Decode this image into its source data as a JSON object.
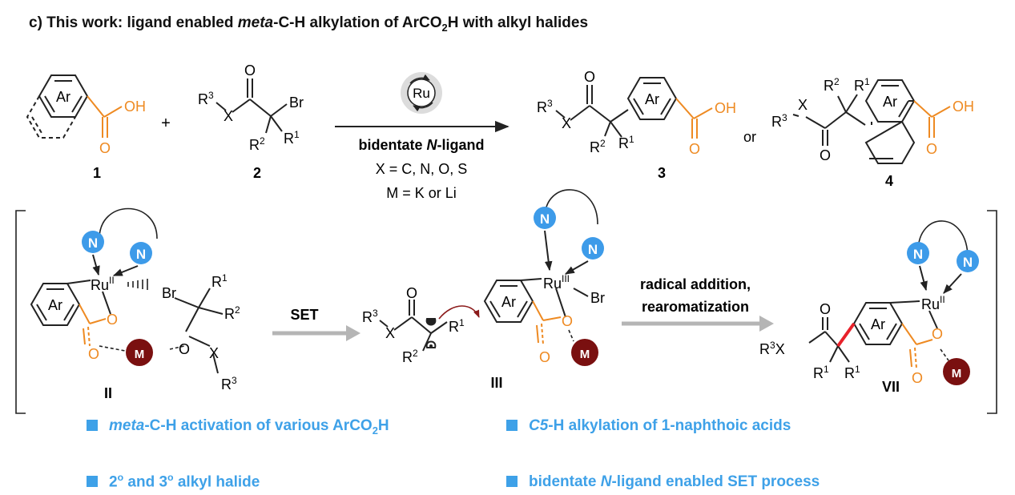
{
  "heading": {
    "prefix": "c) This work: ligand enabled ",
    "italic": "meta",
    "middle": "-C-H alkylation of ArCO",
    "sub": "2",
    "suffix": "H with alkyl halides"
  },
  "labels": {
    "ar": "Ar",
    "oh": "OH",
    "o": "O",
    "br": "Br",
    "x": "X",
    "plus": "+",
    "or": "or",
    "r1": "R",
    "r2": "R",
    "r3": "R",
    "sup1": "1",
    "sup2": "2",
    "sup3": "3",
    "ru": "Ru",
    "n": "N",
    "m": "M",
    "ru2_sup": "II",
    "ru3_sup": "III"
  },
  "compounds": {
    "c1": "1",
    "c2": "2",
    "c3": "3",
    "c4": "4",
    "int2": "II",
    "int3": "III",
    "int7": "VII"
  },
  "conditions": {
    "ligand_bold": "bidentate ",
    "ligand_italic": "N",
    "ligand_rest": "-ligand",
    "x_line": "X = C, N, O, S",
    "m_line": "M = K or Li"
  },
  "arrows": {
    "set": "SET",
    "radical_line1": "radical addition,",
    "radical_line2": "rearomatization"
  },
  "bullets": {
    "b1_italic": "meta",
    "b1_text": "-C-H activation of various ArCO",
    "b1_sub": "2",
    "b1_end": "H",
    "b2_italic": "C5",
    "b2_text": "-H alkylation of 1-naphthoic acids",
    "b3_text_a": "2",
    "b3_sup_a": "o",
    "b3_text_b": " and 3",
    "b3_sup_b": "o",
    "b3_text_c": " alkyl halide",
    "b4_text_a": "bidentate ",
    "b4_italic": "N",
    "b4_text_b": "-ligand enabled SET process"
  },
  "colors": {
    "orange": "#ee8a22",
    "blue_circle": "#3d9be9",
    "dark_red": "#7a1010",
    "bullet_blue": "#3ea1e8",
    "grey_arrow": "#b5b5b5",
    "red_bond": "#e8212a"
  }
}
